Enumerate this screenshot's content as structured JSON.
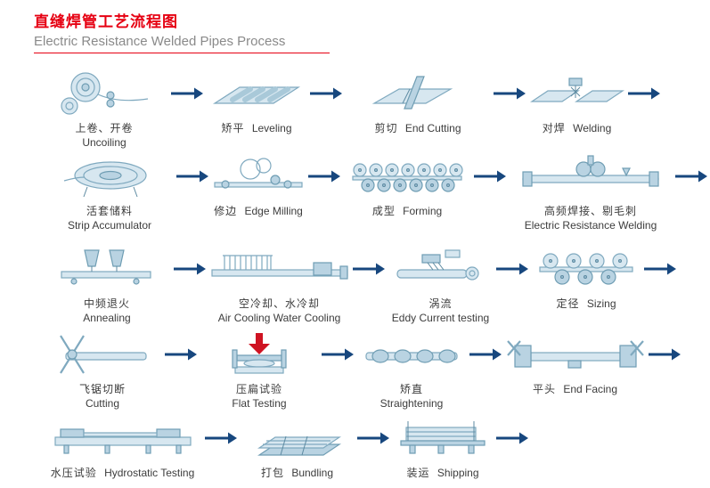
{
  "page": {
    "title_zh": "直缝焊管工艺流程图",
    "title_en": "Electric Resistance Welded Pipes Process"
  },
  "colors": {
    "title_red": "#e60012",
    "subtitle_gray": "#8a8a8a",
    "arrow_blue": "#17477e",
    "machine_fill": "#d7e7f0",
    "machine_stroke": "#7fa9bf",
    "flat_test_arrow_red": "#cf1322",
    "label_color": "#3c3c3c"
  },
  "rows": [
    {
      "steps": [
        {
          "zh": "上卷、开卷",
          "en": "Uncoiling"
        },
        {
          "zh": "矫平",
          "en": "Leveling"
        },
        {
          "zh": "剪切",
          "en": "End Cutting"
        },
        {
          "zh": "对焊",
          "en": "Welding"
        }
      ]
    },
    {
      "steps": [
        {
          "zh": "活套储料",
          "en": "Strip Accumulator"
        },
        {
          "zh": "修边",
          "en": "Edge Milling"
        },
        {
          "zh": "成型",
          "en": "Forming"
        },
        {
          "zh": "高频焊接、剔毛刺",
          "en": "Electric Resistance Welding"
        }
      ]
    },
    {
      "steps": [
        {
          "zh": "中频退火",
          "en": "Annealing"
        },
        {
          "zh": "空冷却、水冷却",
          "en": "Air Cooling Water Cooling"
        },
        {
          "zh": "涡流",
          "en": "Eddy Current testing"
        },
        {
          "zh": "定径",
          "en": "Sizing"
        }
      ]
    },
    {
      "steps": [
        {
          "zh": "飞锯切断",
          "en": "Cutting"
        },
        {
          "zh": "压扁试验",
          "en": "Flat Testing"
        },
        {
          "zh": "矫直",
          "en": "Straightening"
        },
        {
          "zh": "平头",
          "en": "End Facing"
        }
      ]
    },
    {
      "steps": [
        {
          "zh": "水压试验",
          "en": "Hydrostatic Testing"
        },
        {
          "zh": "打包",
          "en": "Bundling"
        },
        {
          "zh": "装运",
          "en": "Shipping"
        }
      ]
    }
  ]
}
